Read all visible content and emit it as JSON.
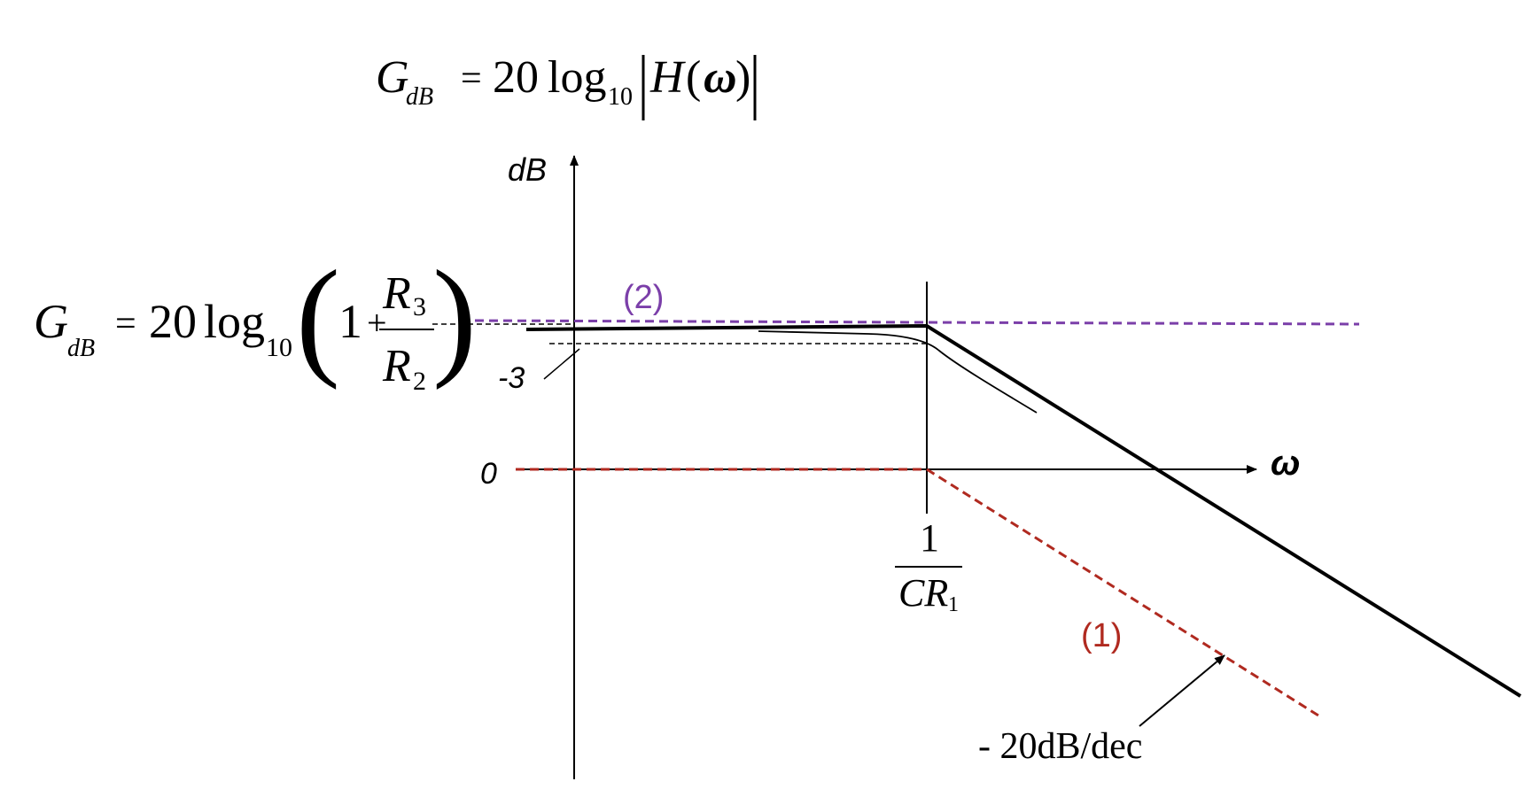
{
  "formula_top": {
    "g": "G",
    "g_sub": "dB",
    "eq": "=",
    "coef": "20",
    "log": "log",
    "log_sub": "10",
    "bar_left": "|",
    "h": "H",
    "open": "(",
    "omega": "ω",
    "close": ")",
    "bar_right": "|"
  },
  "formula_side": {
    "g": "G",
    "g_sub": "dB",
    "eq": "=",
    "coef": "20",
    "log": "log",
    "log_sub": "10",
    "paren_open": "(",
    "one": "1",
    "plus": "+",
    "num": "R",
    "num_sub": "3",
    "den": "R",
    "den_sub": "2",
    "paren_close": ")"
  },
  "axes": {
    "y_label": "dB",
    "x_label": "ω",
    "zero_label": "0",
    "minus3_label": "-3"
  },
  "corner": {
    "num": "1",
    "den": "CR",
    "den_sub": "1"
  },
  "curve_labels": {
    "curve1": "(1)",
    "curve2": "(2)"
  },
  "slope_label": "- 20dB/dec",
  "colors": {
    "axis": "#000000",
    "response": "#000000",
    "curve1": "#b02a20",
    "curve2": "#7b3fa9"
  }
}
